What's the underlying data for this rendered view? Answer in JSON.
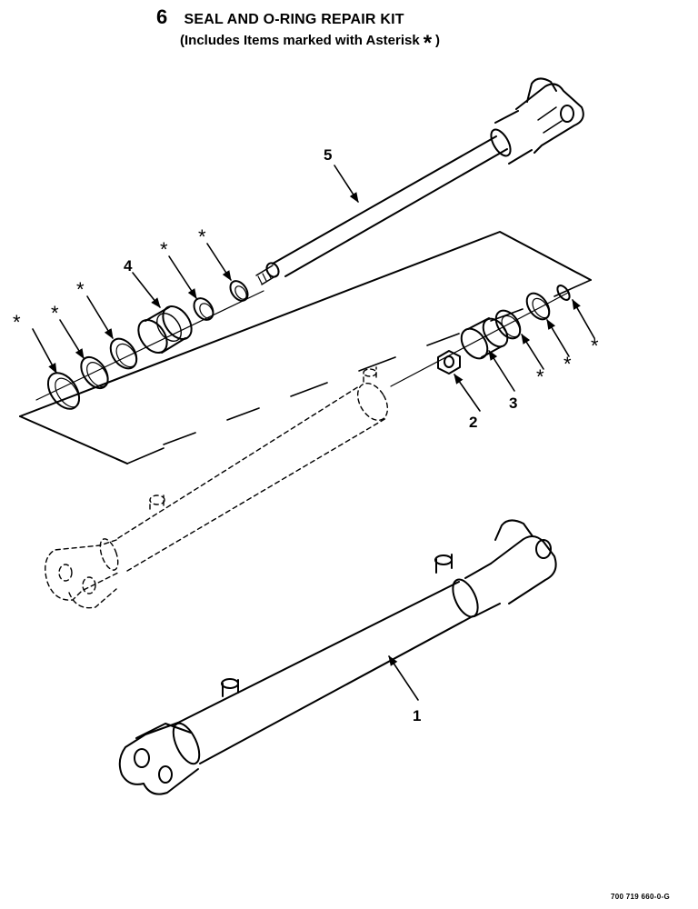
{
  "header": {
    "kit_number": "6",
    "kit_title": "SEAL AND O-RING REPAIR KIT",
    "kit_subtitle": "(Includes Items marked with Asterisk",
    "kit_star": "*",
    "kit_close": ")"
  },
  "callouts": [
    {
      "id": "1",
      "label": "1"
    },
    {
      "id": "2",
      "label": "2"
    },
    {
      "id": "3",
      "label": "3"
    },
    {
      "id": "4",
      "label": "4"
    },
    {
      "id": "5",
      "label": "5"
    }
  ],
  "asterisk_symbol": "*",
  "drawing_code": "700 719 660-0-G"
}
